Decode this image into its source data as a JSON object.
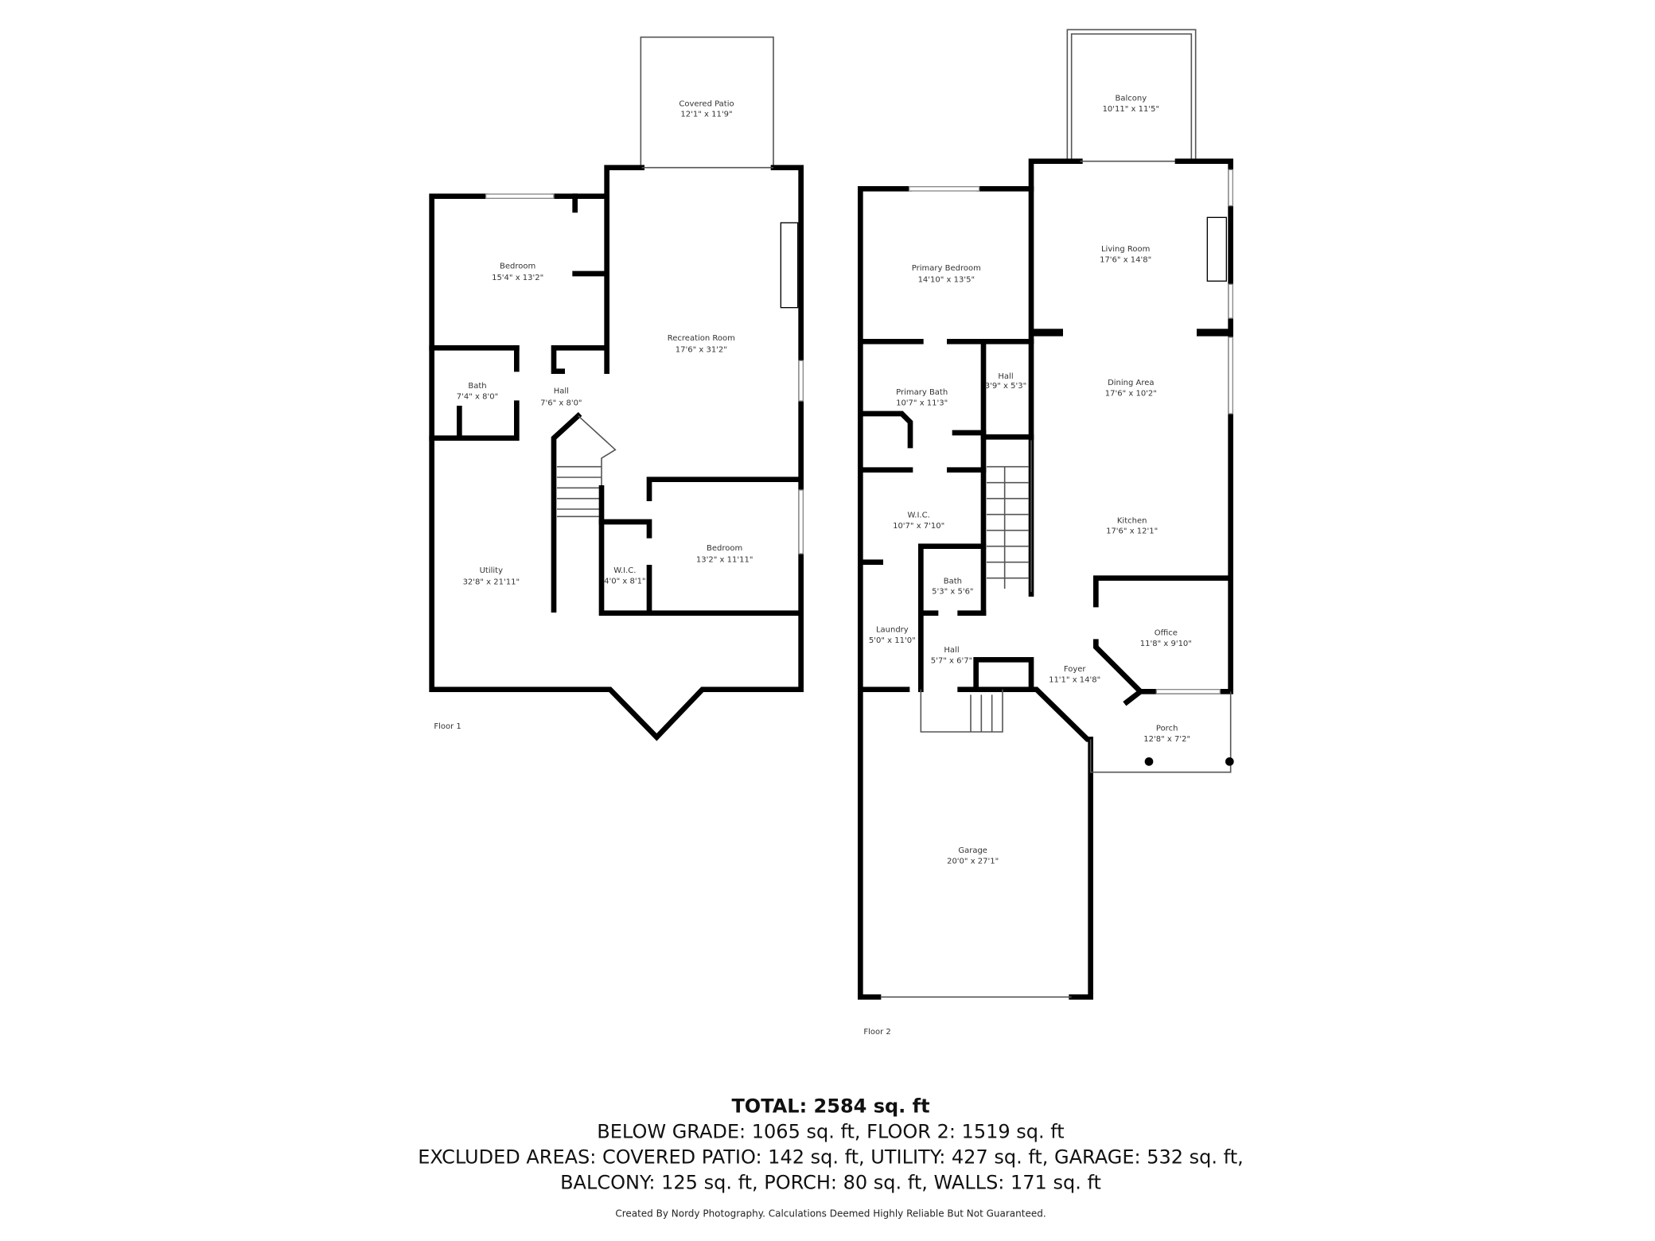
{
  "floor1": {
    "label": "Floor 1",
    "rooms": [
      {
        "name": "Covered Patio",
        "dims": "12'1\" x 11'9\""
      },
      {
        "name": "Bedroom",
        "dims": "15'4\" x 13'2\""
      },
      {
        "name": "Recreation Room",
        "dims": "17'6\" x 31'2\""
      },
      {
        "name": "Bath",
        "dims": "7'4\" x 8'0\""
      },
      {
        "name": "Hall",
        "dims": "7'6\" x 8'0\""
      },
      {
        "name": "Bedroom",
        "dims": "13'2\" x 11'11\""
      },
      {
        "name": "W.I.C.",
        "dims": "4'0\" x 8'1\""
      },
      {
        "name": "Utility",
        "dims": "32'8\" x 21'11\""
      }
    ]
  },
  "floor2": {
    "label": "Floor 2",
    "rooms": [
      {
        "name": "Balcony",
        "dims": "10'11\" x 11'5\""
      },
      {
        "name": "Primary Bedroom",
        "dims": "14'10\" x 13'5\""
      },
      {
        "name": "Living Room",
        "dims": "17'6\" x 14'8\""
      },
      {
        "name": "Primary Bath",
        "dims": "10'7\" x 11'3\""
      },
      {
        "name": "Hall",
        "dims": "3'9\" x 5'3\""
      },
      {
        "name": "Dining Area",
        "dims": "17'6\" x 10'2\""
      },
      {
        "name": "W.I.C.",
        "dims": "10'7\" x 7'10\""
      },
      {
        "name": "Kitchen",
        "dims": "17'6\" x 12'1\""
      },
      {
        "name": "Bath",
        "dims": "5'3\" x 5'6\""
      },
      {
        "name": "Laundry",
        "dims": "5'0\" x 11'0\""
      },
      {
        "name": "Office",
        "dims": "11'8\" x 9'10\""
      },
      {
        "name": "Hall",
        "dims": "5'7\" x 6'7\""
      },
      {
        "name": "Foyer",
        "dims": "11'1\" x 14'8\""
      },
      {
        "name": "Porch",
        "dims": "12'8\" x 7'2\""
      },
      {
        "name": "Garage",
        "dims": "20'0\" x 27'1\""
      }
    ]
  },
  "summary": {
    "total": "TOTAL: 2584 sq. ft",
    "line1": "BELOW GRADE: 1065 sq. ft, FLOOR 2: 1519 sq. ft",
    "line2": "EXCLUDED AREAS: COVERED PATIO: 142 sq. ft, UTILITY: 427 sq. ft, GARAGE: 532 sq. ft,",
    "line3": "BALCONY: 125 sq. ft, PORCH: 80 sq. ft, WALLS: 171 sq. ft",
    "credit": "Created By Nordy Photography. Calculations Deemed Highly Reliable But Not Guaranteed."
  }
}
